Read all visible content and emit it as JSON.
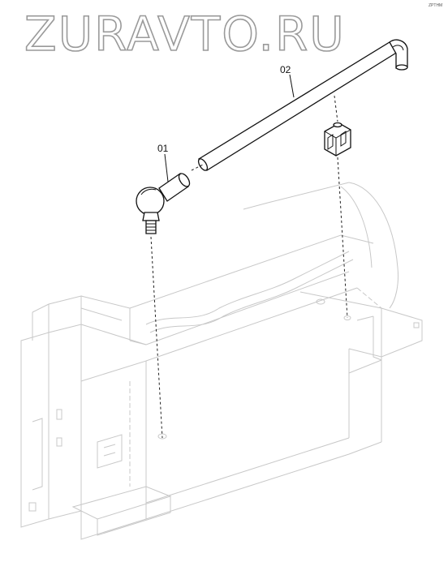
{
  "watermark": {
    "text": "ZURAVTO.RU"
  },
  "corner_mark": {
    "text": "ZPTHM"
  },
  "callouts": [
    {
      "id": "01",
      "label": "01"
    },
    {
      "id": "02",
      "label": "02"
    }
  ],
  "colors": {
    "ink": "#111111",
    "ghost": "#c8c8c8",
    "watermark_outline": "#9a9a9a"
  }
}
